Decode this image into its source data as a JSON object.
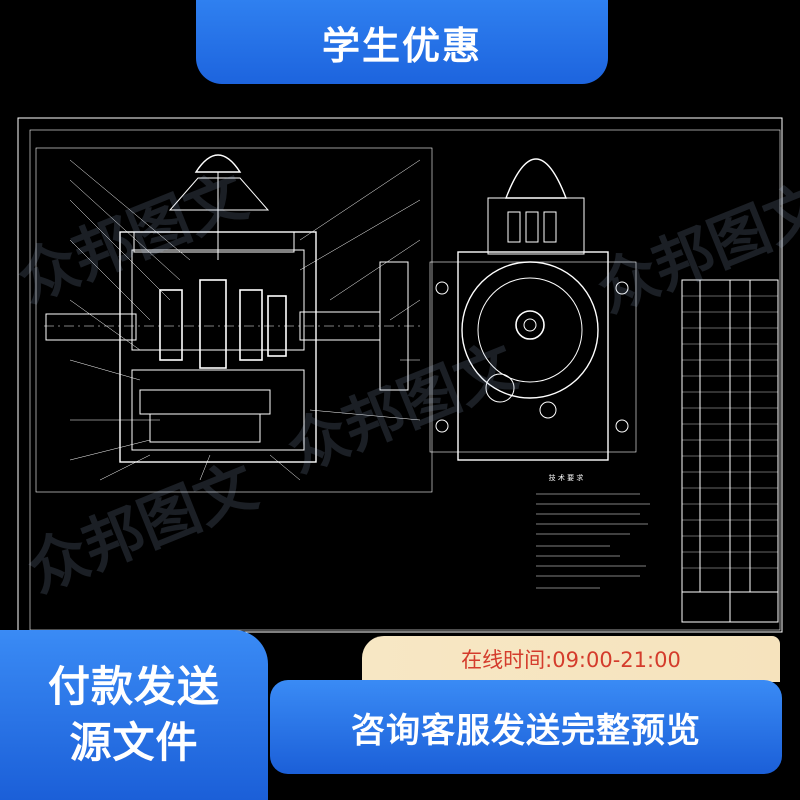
{
  "banner": {
    "title": "学生优惠"
  },
  "badge": {
    "line1": "付款发送",
    "line2": "源文件"
  },
  "hours": {
    "text": "在线时间:09:00-21:00"
  },
  "consult": {
    "text": "咨询客服发送完整预览"
  },
  "watermark": {
    "text": "众邦图文"
  },
  "drawing": {
    "notes_title": "技 术 要 求",
    "colors": {
      "background": "#000000",
      "lines": "#ffffff",
      "accent": "#2f80f0"
    }
  }
}
